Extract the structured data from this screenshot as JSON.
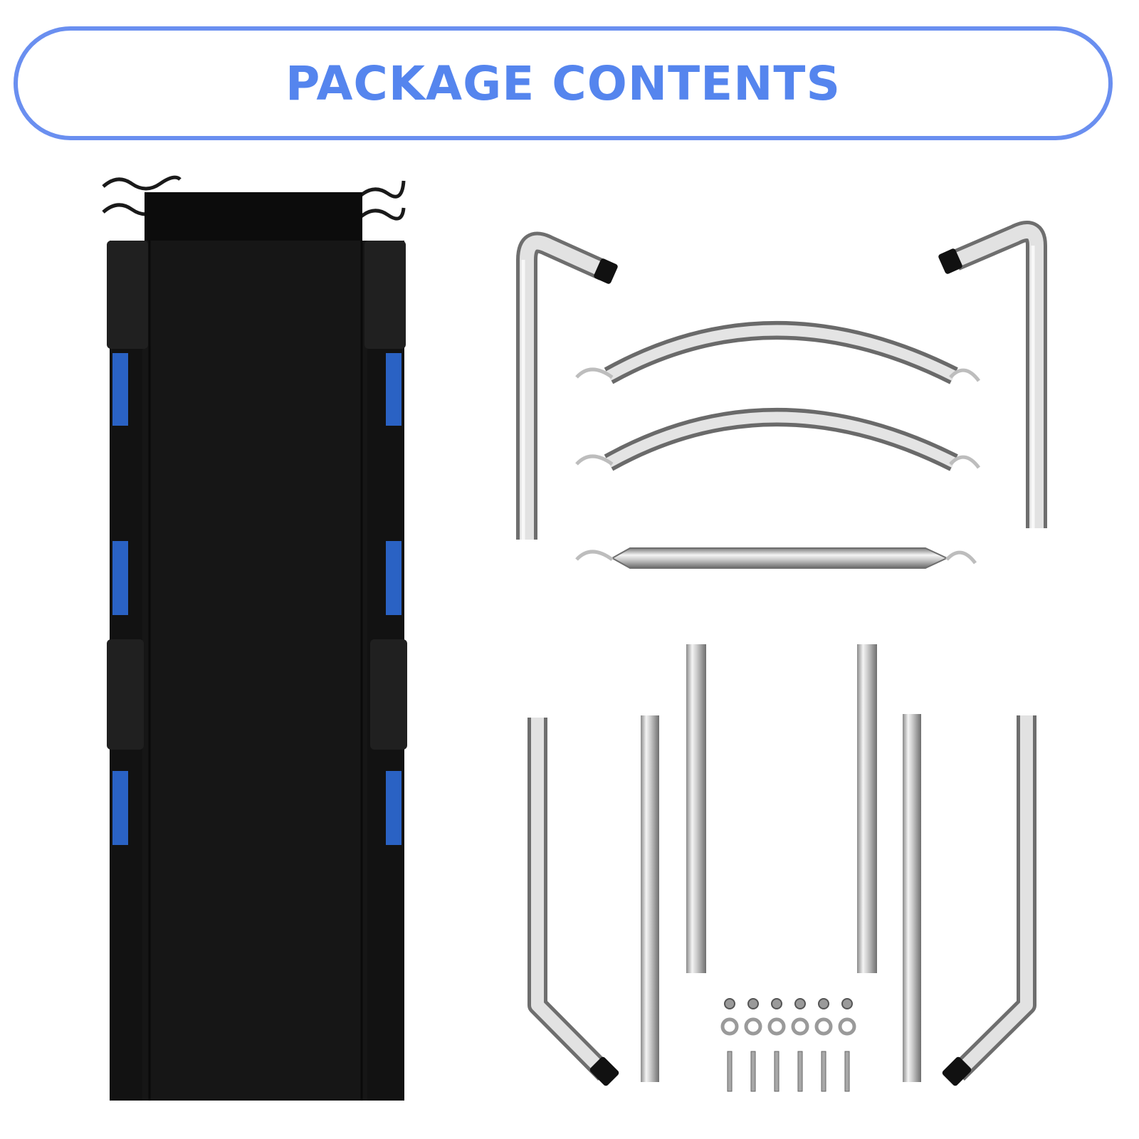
{
  "header": {
    "title": "PACKAGE CONTENTS"
  },
  "colors": {
    "banner_border": "#6a8ff0",
    "banner_text": "#5585ee",
    "fabric": "#121212",
    "fabric_dark": "#050505",
    "strap": "#2a62c4",
    "steel_light": "#f2f2f2",
    "steel_mid": "#c4c4c4",
    "steel_dark": "#6e6e6e",
    "rubber_cap": "#111111"
  },
  "items": [
    {
      "name": "cot-fabric-bed",
      "quantity": 1
    },
    {
      "name": "l-shaped-end-pole",
      "quantity": 2
    },
    {
      "name": "curved-hook-crossbar",
      "quantity": 2
    },
    {
      "name": "straight-hook-crossbar",
      "quantity": 1
    },
    {
      "name": "bent-leg-pole",
      "quantity": 2
    },
    {
      "name": "straight-connector-pole",
      "quantity": 4
    },
    {
      "name": "hex-nut",
      "quantity": 6
    },
    {
      "name": "washer",
      "quantity": 6
    },
    {
      "name": "bolt",
      "quantity": 6
    }
  ]
}
